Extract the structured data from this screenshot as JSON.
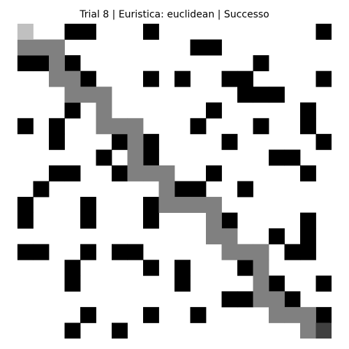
{
  "title": "Trial 8 | Euristica: euclidean | Successo",
  "grid": {
    "rows": 20,
    "cols": 20,
    "colors": {
      "free": "#ffffff",
      "obstacle": "#000000",
      "path": "#808080",
      "start": "#c0c0c0",
      "goal": "#404040"
    },
    "obstacles": [
      [
        0,
        3
      ],
      [
        0,
        4
      ],
      [
        0,
        8
      ],
      [
        0,
        19
      ],
      [
        1,
        11
      ],
      [
        1,
        12
      ],
      [
        2,
        0
      ],
      [
        2,
        1
      ],
      [
        2,
        3
      ],
      [
        2,
        15
      ],
      [
        3,
        4
      ],
      [
        3,
        8
      ],
      [
        3,
        10
      ],
      [
        3,
        13
      ],
      [
        3,
        14
      ],
      [
        3,
        19
      ],
      [
        4,
        14
      ],
      [
        4,
        15
      ],
      [
        4,
        16
      ],
      [
        5,
        3
      ],
      [
        5,
        12
      ],
      [
        5,
        18
      ],
      [
        6,
        0
      ],
      [
        6,
        2
      ],
      [
        6,
        11
      ],
      [
        6,
        15
      ],
      [
        6,
        18
      ],
      [
        7,
        2
      ],
      [
        7,
        6
      ],
      [
        7,
        8
      ],
      [
        7,
        13
      ],
      [
        7,
        19
      ],
      [
        8,
        5
      ],
      [
        8,
        8
      ],
      [
        8,
        16
      ],
      [
        8,
        17
      ],
      [
        9,
        2
      ],
      [
        9,
        3
      ],
      [
        9,
        6
      ],
      [
        9,
        12
      ],
      [
        9,
        18
      ],
      [
        10,
        1
      ],
      [
        10,
        10
      ],
      [
        10,
        11
      ],
      [
        10,
        14
      ],
      [
        11,
        0
      ],
      [
        11,
        4
      ],
      [
        11,
        8
      ],
      [
        12,
        0
      ],
      [
        12,
        4
      ],
      [
        12,
        8
      ],
      [
        12,
        13
      ],
      [
        12,
        18
      ],
      [
        13,
        16
      ],
      [
        13,
        18
      ],
      [
        14,
        0
      ],
      [
        14,
        1
      ],
      [
        14,
        4
      ],
      [
        14,
        6
      ],
      [
        14,
        7
      ],
      [
        14,
        17
      ],
      [
        14,
        18
      ],
      [
        15,
        3
      ],
      [
        15,
        8
      ],
      [
        15,
        10
      ],
      [
        15,
        14
      ],
      [
        16,
        3
      ],
      [
        16,
        10
      ],
      [
        16,
        16
      ],
      [
        16,
        19
      ],
      [
        17,
        13
      ],
      [
        17,
        14
      ],
      [
        17,
        17
      ],
      [
        18,
        4
      ],
      [
        18,
        8
      ],
      [
        18,
        11
      ],
      [
        18,
        19
      ],
      [
        19,
        3
      ],
      [
        19,
        6
      ]
    ],
    "path": [
      [
        1,
        0
      ],
      [
        1,
        1
      ],
      [
        1,
        2
      ],
      [
        2,
        2
      ],
      [
        3,
        2
      ],
      [
        3,
        3
      ],
      [
        4,
        3
      ],
      [
        4,
        4
      ],
      [
        4,
        5
      ],
      [
        5,
        5
      ],
      [
        6,
        5
      ],
      [
        6,
        6
      ],
      [
        6,
        7
      ],
      [
        7,
        7
      ],
      [
        8,
        7
      ],
      [
        9,
        7
      ],
      [
        9,
        8
      ],
      [
        9,
        9
      ],
      [
        10,
        9
      ],
      [
        11,
        9
      ],
      [
        11,
        10
      ],
      [
        11,
        11
      ],
      [
        11,
        12
      ],
      [
        12,
        12
      ],
      [
        13,
        12
      ],
      [
        13,
        13
      ],
      [
        14,
        13
      ],
      [
        14,
        14
      ],
      [
        14,
        15
      ],
      [
        15,
        15
      ],
      [
        16,
        15
      ],
      [
        17,
        15
      ],
      [
        17,
        16
      ],
      [
        18,
        16
      ],
      [
        18,
        17
      ],
      [
        18,
        18
      ],
      [
        19,
        18
      ]
    ],
    "start": [
      0,
      0
    ],
    "goal": [
      19,
      19
    ]
  }
}
